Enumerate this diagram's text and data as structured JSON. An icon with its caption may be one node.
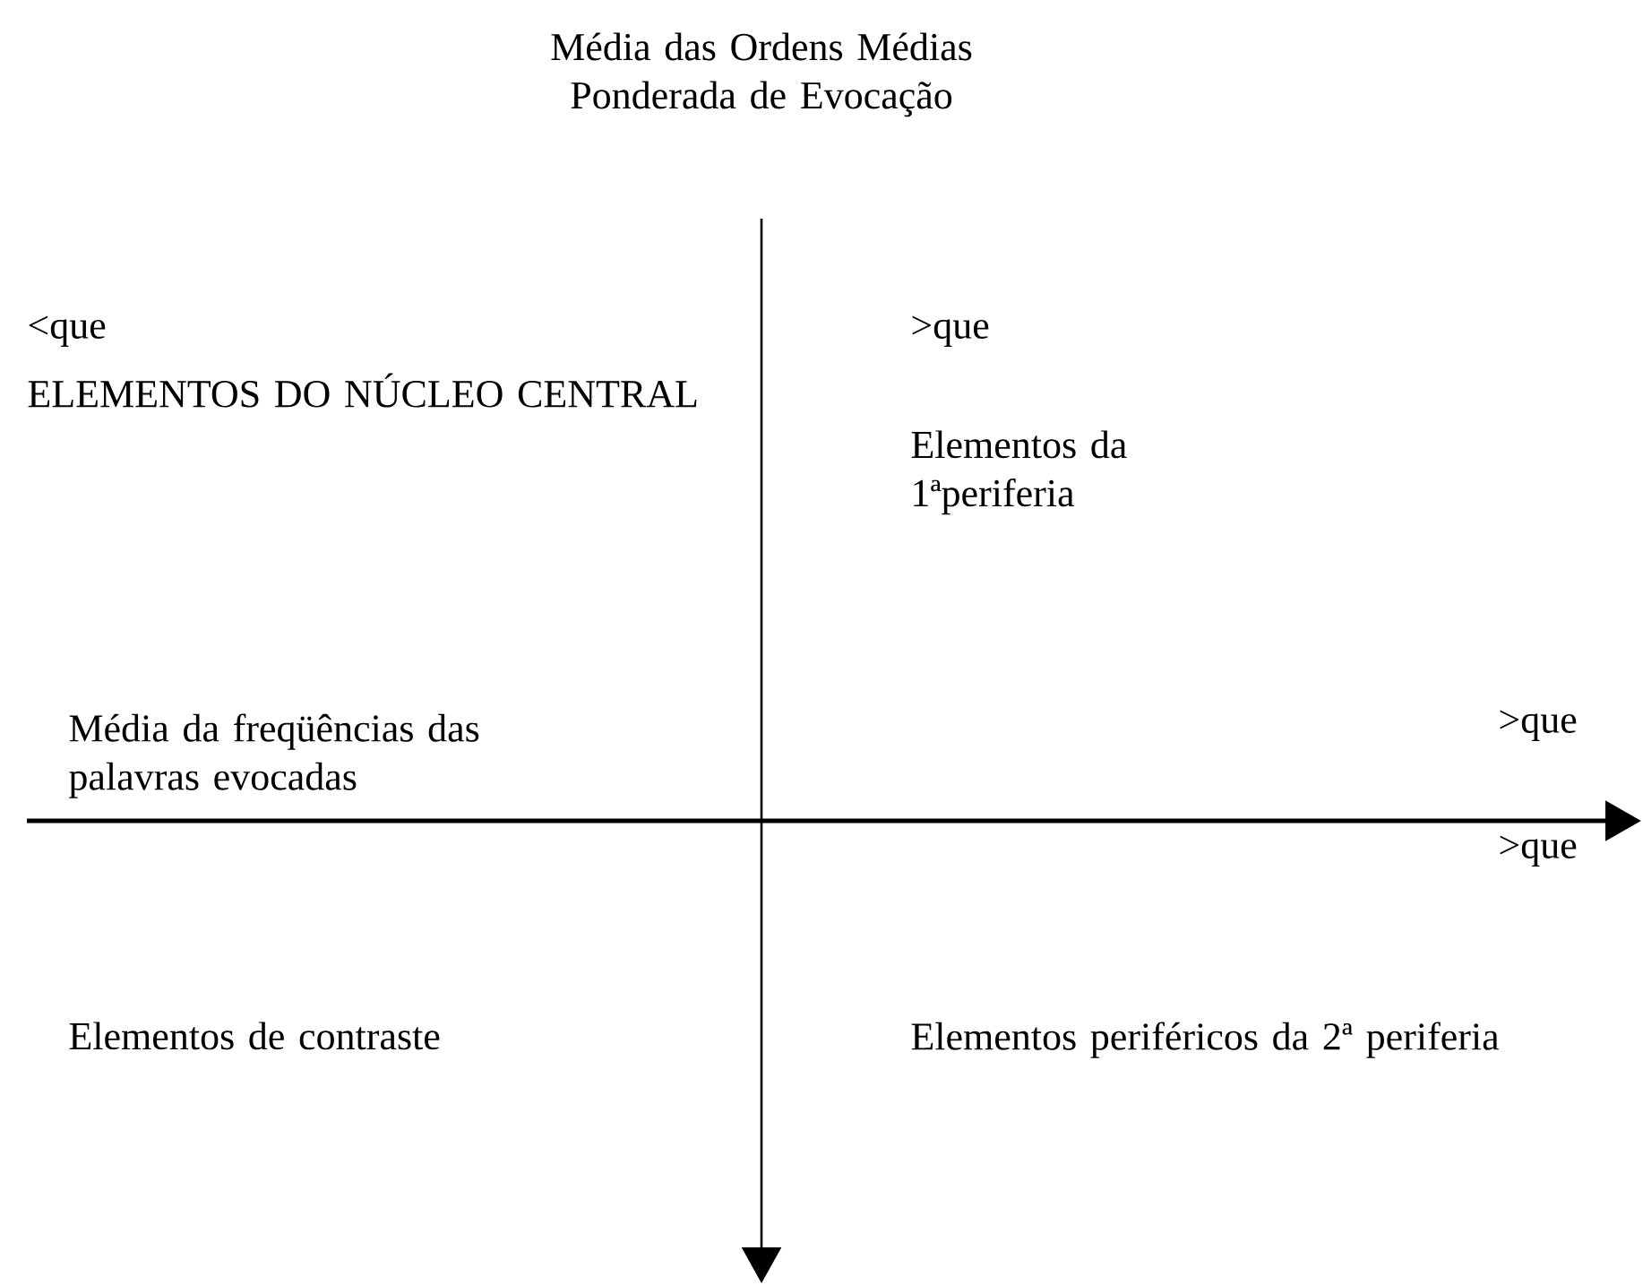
{
  "diagram": {
    "labels": [
      "Média das Ordens Médias Ponderada de Evocação",
      "<que",
      ">que",
      "ELEMENTOS DO NÚCLEO CENTRAL",
      "Elementos da 1ªperiferia",
      ">que",
      "Média da freqüências das palavras evocadas",
      ">que",
      "Elementos de contraste",
      "Elementos periféricos da 2ª periferia"
    ]
  }
}
